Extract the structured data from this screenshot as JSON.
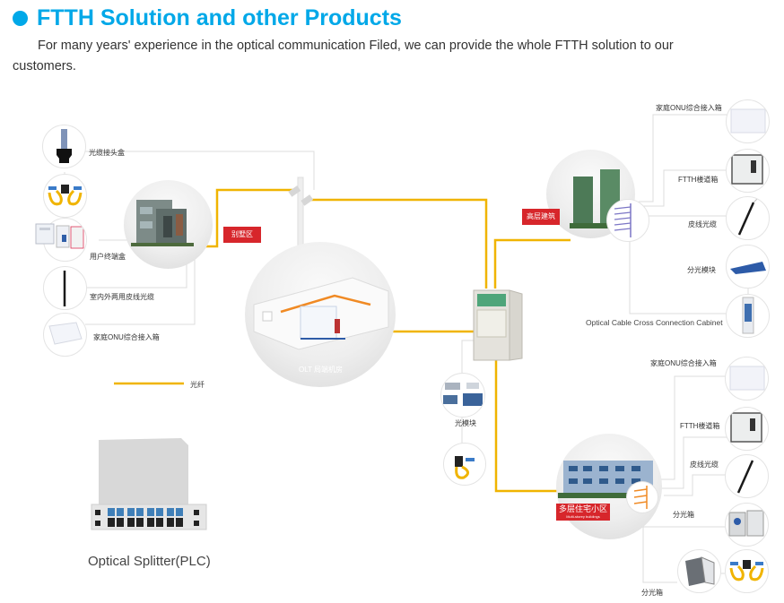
{
  "header": {
    "title": "FTTH Solution and other Products",
    "intro": "For many years' experience in the optical communication Filed, we can provide the whole FTTH solution to our customers."
  },
  "colors": {
    "accent": "#00a8e8",
    "fiber": "#f0b400",
    "tag": "#d7262b",
    "connector": "#dcdcdc"
  },
  "legend": {
    "fiber_label": "光纤"
  },
  "left_products": [
    {
      "label": "光缆接头盒",
      "icon": "fiber-closure-icon"
    },
    {
      "label": "",
      "icon": "patch-cord-icon"
    },
    {
      "label": "用户终端盒",
      "icon": "terminal-box-icon"
    },
    {
      "label": "室内外两用皮线光缆",
      "icon": "drop-cable-icon"
    },
    {
      "label": "家庭ONU综合接入箱",
      "icon": "onu-box-icon"
    }
  ],
  "nodes": {
    "villa": {
      "tag": "别墅区",
      "icon": "villa-building-icon"
    },
    "olt": {
      "caption": "OLT 局端机房",
      "icon": "olt-room-icon"
    },
    "highrise": {
      "tag": "高层建筑",
      "icon": "highrise-building-icon"
    },
    "multistorey": {
      "tag": "多层住宅小区",
      "tag_sub": "Multi-storey buildings",
      "icon": "multistorey-building-icon"
    },
    "cabinet": {
      "icon": "cross-connect-cabinet-icon"
    },
    "pole": {
      "icon": "utility-pole-icon"
    }
  },
  "center_products": [
    {
      "label": "光模块",
      "icon": "optical-module-icon"
    },
    {
      "label": "",
      "icon": "plc-splitter-pigtail-icon"
    }
  ],
  "right_top_products": [
    {
      "label": "家庭ONU综合接入箱",
      "icon": "onu-box-icon"
    },
    {
      "label": "FTTH楼道箱",
      "icon": "ftth-corridor-box-icon"
    },
    {
      "label": "皮线光缆",
      "icon": "drop-cable-icon"
    },
    {
      "label": "分光模块",
      "icon": "splitter-module-icon"
    },
    {
      "label": "Optical Cable Cross Connection Cabinet",
      "icon": "cross-connect-cabinet-icon"
    }
  ],
  "right_bottom_products": [
    {
      "label": "家庭ONU综合接入箱",
      "icon": "onu-box-icon"
    },
    {
      "label": "FTTH楼道箱",
      "icon": "ftth-corridor-box-icon"
    },
    {
      "label": "皮线光缆",
      "icon": "drop-cable-icon"
    },
    {
      "label": "分光箱",
      "icon": "splitter-box-icon"
    },
    {
      "label": "分光箱",
      "icon": "splitter-box-wall-icon"
    }
  ],
  "splitter": {
    "caption": "Optical Splitter(PLC)",
    "icon": "plc-splitter-icon"
  }
}
